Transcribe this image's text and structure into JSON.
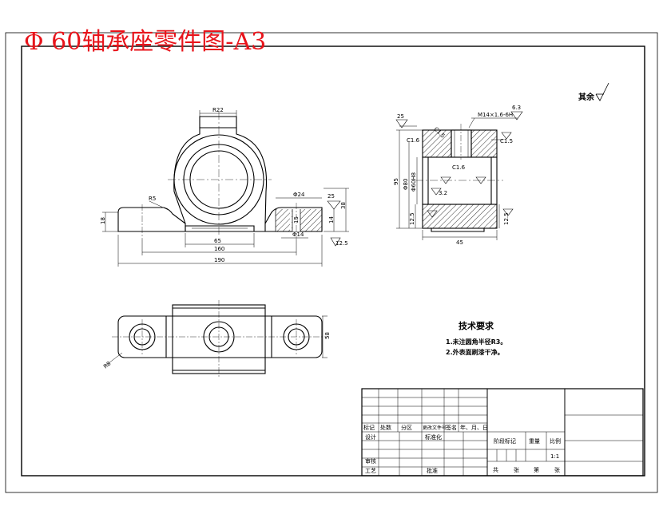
{
  "title": "Φ 60轴承座零件图-A3",
  "colors": {
    "title": "#e8141b",
    "line": "#000000",
    "hatch": "#000000",
    "background": "#ffffff"
  },
  "surface_note": "其余",
  "front_view": {
    "dim_top": "R22",
    "dim_r5": "R5",
    "dim_h18": "18",
    "dim_w65": "65",
    "dim_w160": "160",
    "dim_w190": "190",
    "dim_phi24": "Φ24",
    "dim_phi14": "Φ14",
    "dim_15": "15",
    "dim_14": "14",
    "dim_25": "25",
    "dim_38": "38",
    "rough_125": "12.5"
  },
  "side_view": {
    "thread": "M14×1.6-6H",
    "rough_63": "6.3",
    "rough_25": "25",
    "rough_c16a": "C1.6",
    "rough_c15": "C1.5",
    "chamfer_c15b": "C1.5",
    "c16_center": "C1.6",
    "dim_32": "3.2",
    "dim_95": "95",
    "dim_phi80": "Φ80",
    "dim_phi60h8": "Φ60H8",
    "dim_125_left": "12.5",
    "dim_125_right": "12.5",
    "dim_45": "45"
  },
  "top_view": {
    "dim_r8": "R8",
    "dim_58": "58"
  },
  "tech": {
    "heading": "技术要求",
    "line1": "1.未注圆角半径R3。",
    "line2": "2.外表面刷漆干净。"
  },
  "title_block": {
    "h_mark": "标记",
    "h_count": "处数",
    "h_zone": "分区",
    "h_docno": "更改文件号",
    "h_sign": "签名",
    "h_date": "年、月、日",
    "r_design": "设计",
    "r_std": "标准化",
    "r_review": "审核",
    "r_process": "工艺",
    "r_approve": "批准",
    "stage": "阶段标记",
    "weight": "重量",
    "scale": "比例",
    "scale_value": "1:1",
    "sheets_total": "共",
    "sheets_sheet": "张",
    "sheets_no": "第",
    "sheets_end": "张"
  }
}
